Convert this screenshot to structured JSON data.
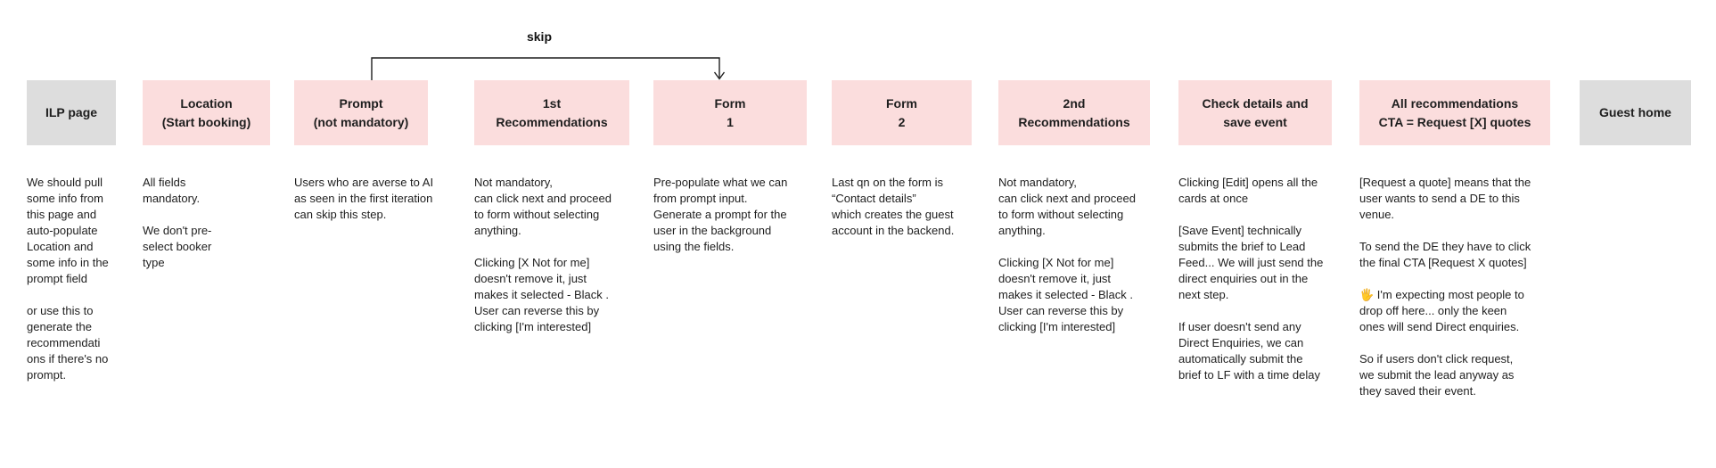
{
  "skip_label": "skip",
  "colors": {
    "step_pink": "#fbdddd",
    "step_gray": "#dddddd",
    "text": "#1e1e1e",
    "arrow": "#1e1e1e",
    "background": "#ffffff"
  },
  "columns": [
    {
      "id": "ilp-page",
      "variant": "gray",
      "title": "ILP page",
      "notes": "We should pull\nsome info from\nthis page and\nauto-populate\nLocation and\nsome info in the\nprompt field\n\nor use this to\ngenerate the\nrecommendati\nons if there's no\nprompt."
    },
    {
      "id": "location",
      "variant": "pink",
      "title": "Location\n(Start booking)",
      "notes": "All fields\nmandatory.\n\nWe don't pre-\nselect booker\ntype"
    },
    {
      "id": "prompt",
      "variant": "pink",
      "title": "Prompt\n(not mandatory)",
      "notes": "Users who are averse to AI\nas seen in the first iteration\ncan skip this step."
    },
    {
      "id": "first-recommendations",
      "variant": "pink",
      "title": "1st\nRecommendations",
      "notes": "Not mandatory,\ncan click next and proceed\nto form without selecting\nanything.\n\nClicking [X Not for me]\ndoesn't remove it, just\nmakes it selected - Black .\nUser can reverse this by\nclicking [I'm interested]"
    },
    {
      "id": "form-1",
      "variant": "pink",
      "title": "Form\n1",
      "notes": "Pre-populate what we can\nfrom prompt input.\nGenerate a prompt for the\nuser in the background\nusing the fields."
    },
    {
      "id": "form-2",
      "variant": "pink",
      "title": "Form\n2",
      "notes": "Last qn on the form is\n“Contact details”\nwhich creates the guest\naccount in the backend."
    },
    {
      "id": "second-recommendations",
      "variant": "pink",
      "title": "2nd\nRecommendations",
      "notes": "Not mandatory,\ncan click next and proceed\nto form without selecting\nanything.\n\nClicking [X Not for me]\ndoesn't remove it, just\nmakes it selected - Black .\nUser can reverse this by\nclicking [I'm interested]"
    },
    {
      "id": "check-details-save-event",
      "variant": "pink",
      "title": "Check details and\nsave event",
      "notes": "Clicking [Edit] opens all the\ncards at once\n\n[Save Event] technically\nsubmits the brief to Lead\nFeed... We will just send the\ndirect enquiries out in the\nnext step.\n\nIf user doesn't send any\nDirect Enquiries, we can\nautomatically submit the\nbrief to LF with a time delay"
    },
    {
      "id": "all-recommendations-cta",
      "variant": "pink",
      "title": "All recommendations\nCTA = Request [X] quotes",
      "notes": "[Request a quote] means that the\nuser wants to send a DE to this\nvenue.\n\nTo send the DE they have to click\nthe final CTA [Request X quotes]\n\n🖐 I'm expecting most people to\ndrop off here... only the keen\nones will send Direct enquiries.\n\nSo if users don't click request,\nwe submit the lead anyway as\nthey saved their event."
    },
    {
      "id": "guest-home",
      "variant": "gray",
      "title": "Guest home",
      "notes": ""
    }
  ]
}
